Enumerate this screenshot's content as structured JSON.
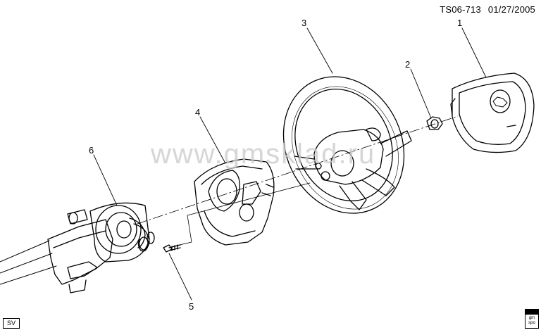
{
  "header": {
    "figure_id": "TS06-713",
    "date": "01/27/2005"
  },
  "watermark": "www.gmsklad.ru",
  "callouts": [
    "1",
    "2",
    "3",
    "4",
    "5",
    "6"
  ],
  "badge": "SV",
  "logo": {
    "text": "gm spo"
  }
}
